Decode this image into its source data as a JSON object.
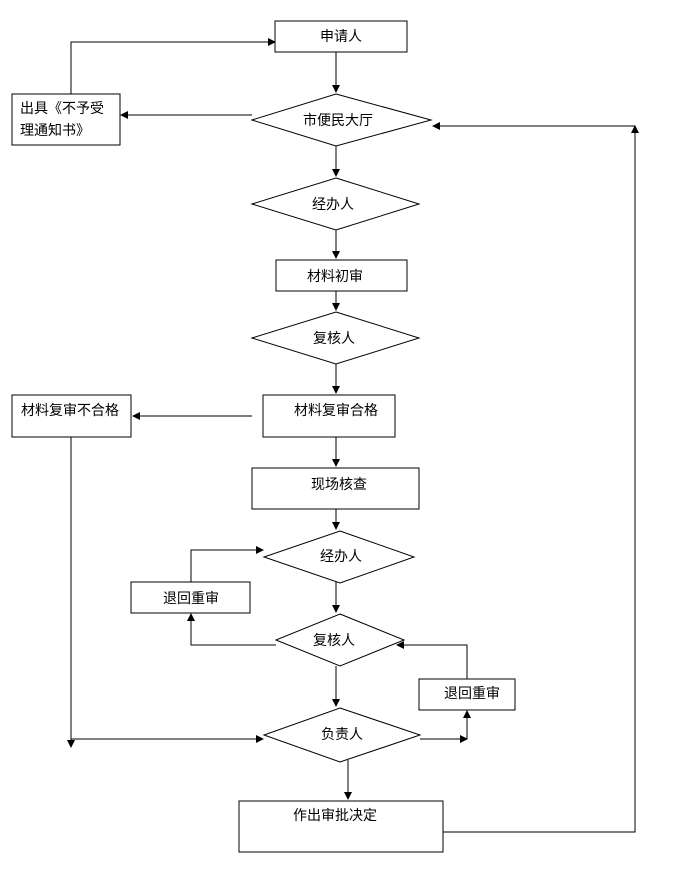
{
  "nodes": {
    "applicant": "申请人",
    "city_hall": "市便民大厅",
    "rejection_notice_line1": "出具《不予受",
    "rejection_notice_line2": "理通知书》",
    "handler_1": "经办人",
    "initial_review": "材料初审",
    "reviewer_1": "复核人",
    "review_fail": "材料复审不合格",
    "review_pass": "材料复审合格",
    "onsite_check": "现场核查",
    "handler_2": "经办人",
    "return_1": "退回重审",
    "reviewer_2": "复核人",
    "return_2": "退回重审",
    "responsible": "负责人",
    "decision": "作出审批决定"
  }
}
